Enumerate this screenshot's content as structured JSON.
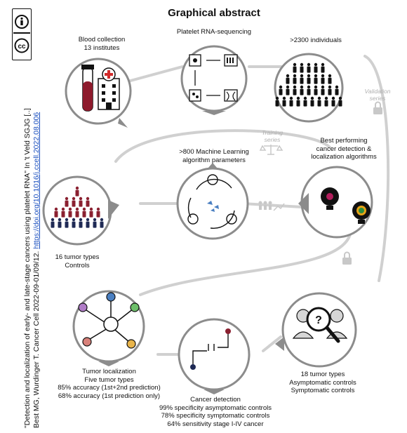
{
  "title": "Graphical abstract",
  "citation": {
    "line1": "\"Detection and localization of early- and late-stage cancers using platelet RNA\" In 't Veld SGJG [..]",
    "line2_prefix": "Best MG, Wurdinger T. Cancer Cell 2022-09-01/09/12.  ",
    "doi": "https://doi.org/10.1016/j.ccell.2022.08.006"
  },
  "license_icons": [
    "cc-icon",
    "by-icon"
  ],
  "nodes": {
    "blood": {
      "line1": "Blood collection",
      "line2": "13 institutes"
    },
    "rnaseq": {
      "line1": "Platelet RNA-sequencing"
    },
    "individuals": {
      "line1": ">2300 individuals"
    },
    "validation": {
      "line1": "Validation",
      "line2": "series"
    },
    "training": {
      "line1": "Training",
      "line2": "series"
    },
    "ml": {
      "line1": ">800 Machine Learning",
      "line2": "algorithm parameters"
    },
    "best": {
      "line1": "Best performing",
      "line2": "cancer detection &",
      "line3": "localization algorithms"
    },
    "tumor_types": {
      "line1": "16 tumor types",
      "line2": "Controls"
    },
    "localization": {
      "line1": "Tumor localization",
      "line2": "Five tumor types",
      "line3": "85% accuracy (1st+2nd prediction)",
      "line4": "68% accuracy (1st prediction only)"
    },
    "detection": {
      "line1": "Cancer detection",
      "line2": "99% specificity asymptomatic controls",
      "line3": "78% specificity symptomatic controls",
      "line4": "64% sensitivity stage I-IV cancer"
    },
    "eighteen": {
      "line1": "18 tumor types",
      "line2": "Asymptomatic controls",
      "line3": "Symptomatic controls"
    }
  },
  "colors": {
    "circle_stroke": "#8c8c8c",
    "path": "#cfcfcf",
    "blood": "#8e1a2c",
    "hospital_cross": "#d22b2b",
    "people_red": "#8a2030",
    "people_navy": "#1f2a55",
    "magenta": "#b21e5c",
    "link": "#1a4fbf"
  }
}
